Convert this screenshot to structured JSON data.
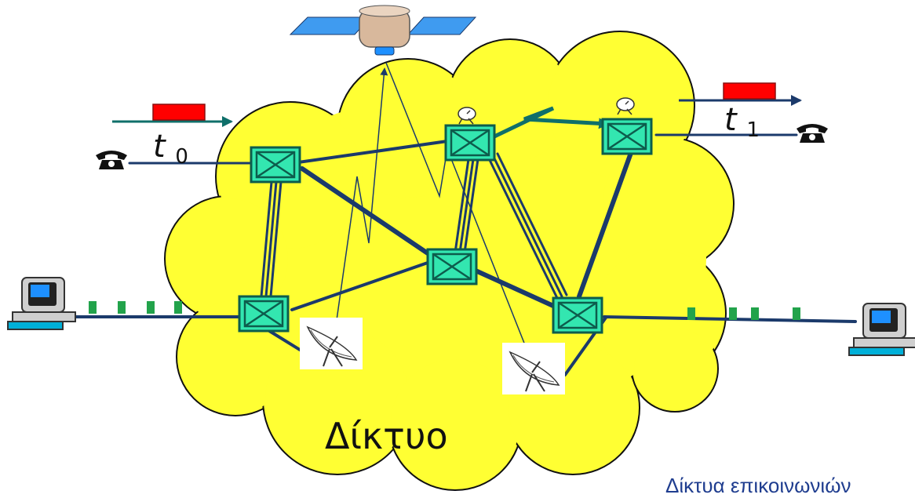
{
  "diagram": {
    "cloud_label": "Δίκτυο",
    "timestamps": {
      "start": {
        "letter": "t",
        "index": "0"
      },
      "end": {
        "letter": "t",
        "index": "1"
      }
    },
    "footer_text": "Δίκτυα επικοινωνιών"
  },
  "colors": {
    "cloud_fill": "#ffff33",
    "link": "#1b3a6b",
    "switch_fill": "#33e6b0",
    "switch_border": "#0d5c4c",
    "packet_red": "#ff0000",
    "packet_green": "#22a34b",
    "arrow_teal": "#0f6f6a",
    "satellite_panel": "#3f9bf0"
  },
  "icons": [
    "satellite-icon",
    "telephone-icon",
    "computer-icon",
    "dish-antenna-icon",
    "small-dish-icon",
    "packet-switch-icon"
  ]
}
